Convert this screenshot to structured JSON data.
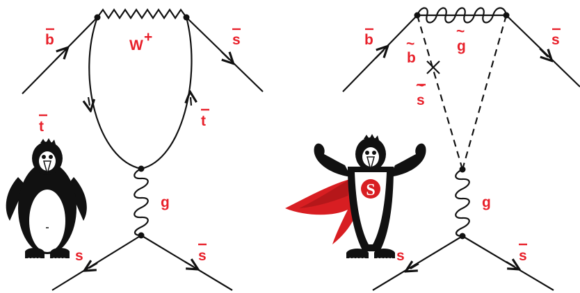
{
  "left_diagram": {
    "labels": {
      "b_in": "b",
      "s_out_top": "s",
      "w_boson": "W",
      "w_charge": "+",
      "t_left": "t",
      "t_right": "t",
      "gluon": "g",
      "s_bottom_left": "s",
      "s_bottom_right": "s"
    }
  },
  "right_diagram": {
    "labels": {
      "b_in": "b",
      "s_out_top": "s",
      "sbottom": "b",
      "gluino": "g",
      "sstrange": "s",
      "gluon": "g",
      "s_bottom_left": "s",
      "s_bottom_right": "s"
    },
    "cape_color": "#d81e22"
  },
  "mascots": {
    "plain_penguin": "penguin",
    "super_penguin": "super-penguin",
    "emblem_letter": "S"
  }
}
